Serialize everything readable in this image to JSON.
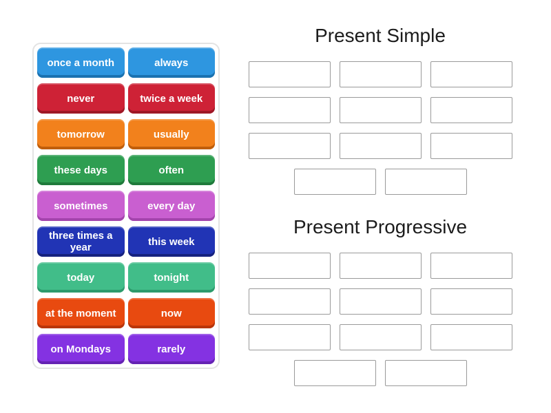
{
  "palette": {
    "title_color": "#1c1c1c",
    "slot_border": "#999999",
    "tray_border": "#e3e3e3",
    "blue": {
      "bg": "#2e96e0",
      "edge": "#1b72b0"
    },
    "red": {
      "bg": "#ce2236",
      "edge": "#9e1826"
    },
    "orange": {
      "bg": "#f2811c",
      "edge": "#c05e0b"
    },
    "green": {
      "bg": "#2e9e51",
      "edge": "#1f7a3b"
    },
    "orchid": {
      "bg": "#c95fd0",
      "edge": "#a344ac"
    },
    "darkblue": {
      "bg": "#2134b5",
      "edge": "#16227f"
    },
    "teal": {
      "bg": "#41bd89",
      "edge": "#2c9a6c"
    },
    "orangered": {
      "bg": "#e84a10",
      "edge": "#b9350a"
    },
    "purple": {
      "bg": "#8432e2",
      "edge": "#6523b3"
    }
  },
  "tiles": [
    {
      "label": "once a month",
      "color": "blue"
    },
    {
      "label": "always",
      "color": "blue"
    },
    {
      "label": "never",
      "color": "red"
    },
    {
      "label": "twice a week",
      "color": "red"
    },
    {
      "label": "tomorrow",
      "color": "orange"
    },
    {
      "label": "usually",
      "color": "orange"
    },
    {
      "label": "these days",
      "color": "green"
    },
    {
      "label": "often",
      "color": "green"
    },
    {
      "label": "sometimes",
      "color": "orchid"
    },
    {
      "label": "every day",
      "color": "orchid"
    },
    {
      "label": "three times a year",
      "color": "darkblue"
    },
    {
      "label": "this week",
      "color": "darkblue"
    },
    {
      "label": "today",
      "color": "teal"
    },
    {
      "label": "tonight",
      "color": "teal"
    },
    {
      "label": "at the moment",
      "color": "orangered"
    },
    {
      "label": "now",
      "color": "orangered"
    },
    {
      "label": "on Mondays",
      "color": "purple"
    },
    {
      "label": "rarely",
      "color": "purple"
    }
  ],
  "groups": [
    {
      "title": "Present Simple",
      "slot_count": 11,
      "slot_rows": [
        3,
        3,
        3,
        2
      ]
    },
    {
      "title": "Present Progressive",
      "slot_count": 11,
      "slot_rows": [
        3,
        3,
        3,
        2
      ]
    }
  ]
}
